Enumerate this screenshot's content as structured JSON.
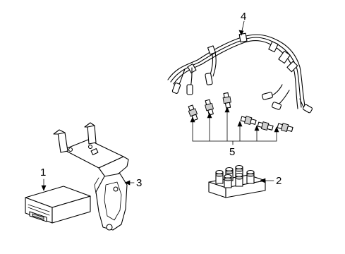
{
  "diagram": {
    "callouts": {
      "pcm": "1",
      "ignition_coil": "2",
      "bracket": "3",
      "wire_set": "4",
      "spark_plugs": "5"
    }
  }
}
